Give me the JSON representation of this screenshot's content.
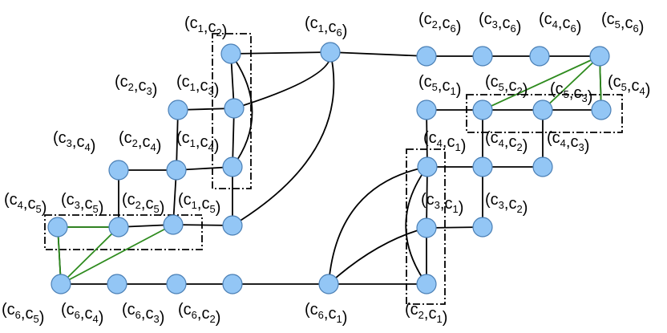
{
  "colors": {
    "node_fill": "#93c6f5",
    "node_stroke": "#4a7fb5",
    "edge": "#000000",
    "green_edge": "#2e8b1e",
    "box": "#000000"
  },
  "nodes": [
    {
      "id": "c1c2",
      "letter_a": "c",
      "sub_a": "1",
      "letter_b": "c",
      "sub_b": "2"
    },
    {
      "id": "c1c6",
      "letter_a": "c",
      "sub_a": "1",
      "letter_b": "c",
      "sub_b": "6"
    },
    {
      "id": "c2c6",
      "letter_a": "c",
      "sub_a": "2",
      "letter_b": "c",
      "sub_b": "6"
    },
    {
      "id": "c3c6",
      "letter_a": "c",
      "sub_a": "3",
      "letter_b": "c",
      "sub_b": "6"
    },
    {
      "id": "c4c6",
      "letter_a": "c",
      "sub_a": "4",
      "letter_b": "c",
      "sub_b": "6"
    },
    {
      "id": "c5c6",
      "letter_a": "c",
      "sub_a": "5",
      "letter_b": "c",
      "sub_b": "6"
    },
    {
      "id": "c2c3",
      "letter_a": "c",
      "sub_a": "2",
      "letter_b": "c",
      "sub_b": "3"
    },
    {
      "id": "c1c3",
      "letter_a": "c",
      "sub_a": "1",
      "letter_b": "c",
      "sub_b": "3"
    },
    {
      "id": "c5c1",
      "letter_a": "c",
      "sub_a": "5",
      "letter_b": "c",
      "sub_b": "1"
    },
    {
      "id": "c5c2",
      "letter_a": "c",
      "sub_a": "5",
      "letter_b": "c",
      "sub_b": "2"
    },
    {
      "id": "c5c3",
      "letter_a": "c",
      "sub_a": "5",
      "letter_b": "c",
      "sub_b": "3"
    },
    {
      "id": "c5c4",
      "letter_a": "c",
      "sub_a": "5",
      "letter_b": "c",
      "sub_b": "4"
    },
    {
      "id": "c3c4",
      "letter_a": "c",
      "sub_a": "3",
      "letter_b": "c",
      "sub_b": "4"
    },
    {
      "id": "c2c4",
      "letter_a": "c",
      "sub_a": "2",
      "letter_b": "c",
      "sub_b": "4"
    },
    {
      "id": "c1c4",
      "letter_a": "c",
      "sub_a": "1",
      "letter_b": "c",
      "sub_b": "4"
    },
    {
      "id": "c4c1",
      "letter_a": "c",
      "sub_a": "4",
      "letter_b": "c",
      "sub_b": "1"
    },
    {
      "id": "c4c2",
      "letter_a": "c",
      "sub_a": "4",
      "letter_b": "c",
      "sub_b": "2"
    },
    {
      "id": "c4c3",
      "letter_a": "c",
      "sub_a": "4",
      "letter_b": "c",
      "sub_b": "3"
    },
    {
      "id": "c4c5",
      "letter_a": "c",
      "sub_a": "4",
      "letter_b": "c",
      "sub_b": "5"
    },
    {
      "id": "c3c5",
      "letter_a": "c",
      "sub_a": "3",
      "letter_b": "c",
      "sub_b": "5"
    },
    {
      "id": "c2c5",
      "letter_a": "c",
      "sub_a": "2",
      "letter_b": "c",
      "sub_b": "5"
    },
    {
      "id": "c1c5",
      "letter_a": "c",
      "sub_a": "1",
      "letter_b": "c",
      "sub_b": "5"
    },
    {
      "id": "c3c1",
      "letter_a": "c",
      "sub_a": "3",
      "letter_b": "c",
      "sub_b": "1"
    },
    {
      "id": "c3c2",
      "letter_a": "c",
      "sub_a": "3",
      "letter_b": "c",
      "sub_b": "2"
    },
    {
      "id": "c6c5",
      "letter_a": "c",
      "sub_a": "6",
      "letter_b": "c",
      "sub_b": "5"
    },
    {
      "id": "c6c4",
      "letter_a": "c",
      "sub_a": "6",
      "letter_b": "c",
      "sub_b": "4"
    },
    {
      "id": "c6c3",
      "letter_a": "c",
      "sub_a": "6",
      "letter_b": "c",
      "sub_b": "3"
    },
    {
      "id": "c6c2",
      "letter_a": "c",
      "sub_a": "6",
      "letter_b": "c",
      "sub_b": "2"
    },
    {
      "id": "c6c1",
      "letter_a": "c",
      "sub_a": "6",
      "letter_b": "c",
      "sub_b": "1"
    },
    {
      "id": "c2c1",
      "letter_a": "c",
      "sub_a": "2",
      "letter_b": "c",
      "sub_b": "1"
    }
  ],
  "edges": [
    [
      "c1c2",
      "c1c6"
    ],
    [
      "c1c6",
      "c2c6"
    ],
    [
      "c2c6",
      "c3c6"
    ],
    [
      "c3c6",
      "c4c6"
    ],
    [
      "c4c6",
      "c5c6"
    ],
    [
      "c1c2",
      "c1c3"
    ],
    [
      "c1c3",
      "c1c4"
    ],
    [
      "c1c4",
      "c1c5"
    ],
    [
      "c2c3",
      "c1c3"
    ],
    [
      "c2c3",
      "c2c4"
    ],
    [
      "c2c4",
      "c1c4"
    ],
    [
      "c2c4",
      "c2c5"
    ],
    [
      "c2c5",
      "c1c5"
    ],
    [
      "c3c4",
      "c2c4"
    ],
    [
      "c3c4",
      "c3c5"
    ],
    [
      "c3c5",
      "c2c5"
    ],
    [
      "c4c5",
      "c3c5"
    ],
    [
      "c4c5",
      "c6c5"
    ],
    [
      "c6c5",
      "c6c4"
    ],
    [
      "c6c4",
      "c6c3"
    ],
    [
      "c6c3",
      "c6c2"
    ],
    [
      "c6c2",
      "c6c1"
    ],
    [
      "c6c1",
      "c2c1"
    ],
    [
      "c5c1",
      "c5c2"
    ],
    [
      "c5c2",
      "c5c3"
    ],
    [
      "c5c3",
      "c5c4"
    ],
    [
      "c5c4",
      "c5c6"
    ],
    [
      "c5c1",
      "c4c1"
    ],
    [
      "c5c2",
      "c4c2"
    ],
    [
      "c5c3",
      "c4c3"
    ],
    [
      "c4c1",
      "c4c2"
    ],
    [
      "c4c2",
      "c4c3"
    ],
    [
      "c4c1",
      "c3c1"
    ],
    [
      "c4c2",
      "c3c2"
    ],
    [
      "c3c1",
      "c3c2"
    ],
    [
      "c3c1",
      "c2c1"
    ]
  ],
  "green_edges": [
    [
      "c4c5",
      "c3c5"
    ],
    [
      "c6c5",
      "c3c5"
    ],
    [
      "c6c5",
      "c2c5"
    ],
    [
      "c4c5",
      "c6c5"
    ],
    [
      "c5c2",
      "c5c6"
    ],
    [
      "c5c3",
      "c5c6"
    ],
    [
      "c5c4",
      "c5c6"
    ]
  ],
  "curves": [
    [
      "c1c2",
      "c1c4"
    ],
    [
      "c1c6",
      "c1c3"
    ],
    [
      "c1c6",
      "c1c5"
    ],
    [
      "c4c1",
      "c2c1"
    ],
    [
      "c6c1",
      "c4c1"
    ],
    [
      "c6c1",
      "c3c1"
    ]
  ]
}
